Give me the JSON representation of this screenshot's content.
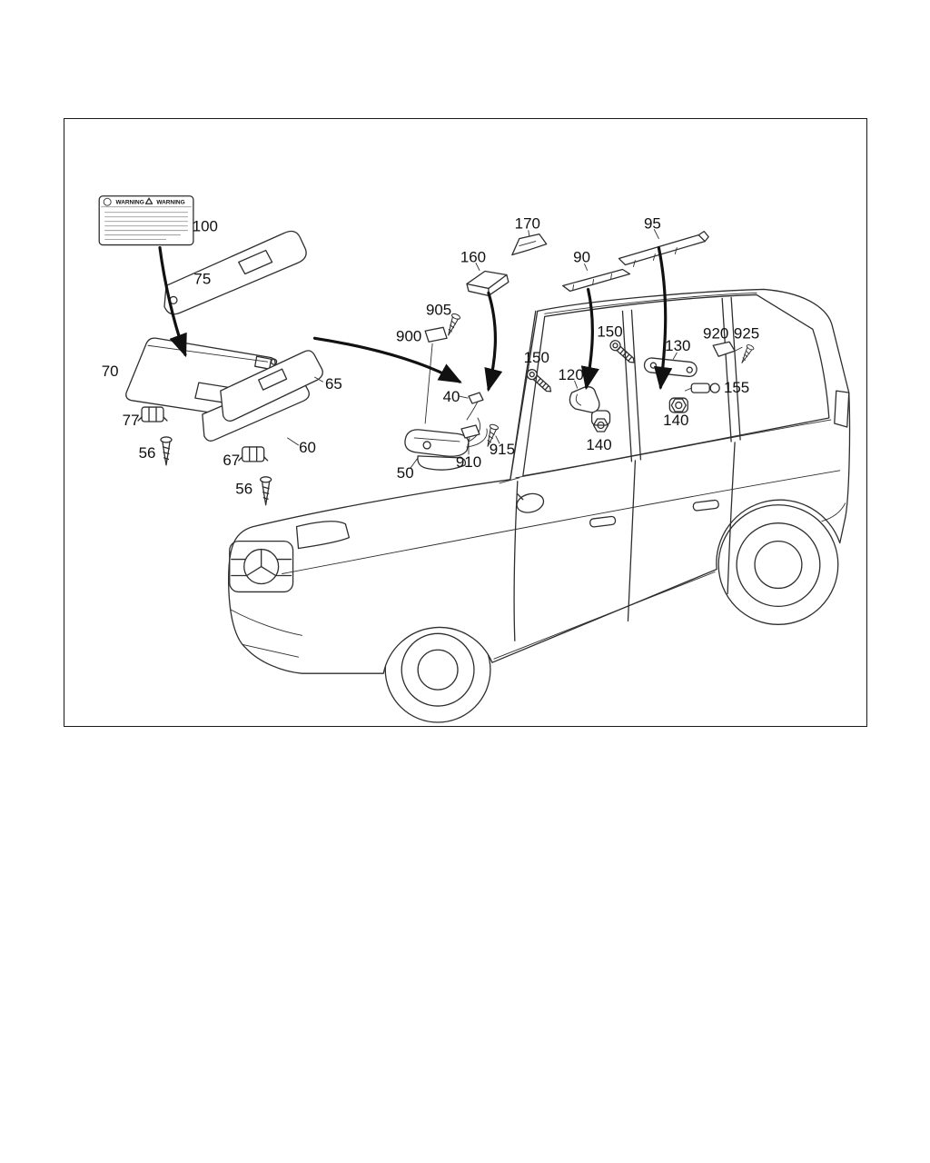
{
  "diagram": {
    "warning": {
      "header_left": "WARNING",
      "header_right": "WARNING"
    },
    "labels": {
      "l100": "100",
      "l75": "75",
      "l70": "70",
      "l65": "65",
      "l77": "77",
      "l56a": "56",
      "l67": "67",
      "l60": "60",
      "l56b": "56",
      "l40": "40",
      "l50": "50",
      "l900": "900",
      "l905": "905",
      "l910": "910",
      "l915": "915",
      "l160": "160",
      "l170": "170",
      "l150a": "150",
      "l120": "120",
      "l140a": "140",
      "l90": "90",
      "l150b": "150",
      "l130": "130",
      "l140b": "140",
      "l95": "95",
      "l920": "920",
      "l925": "925",
      "l155": "155"
    },
    "colors": {
      "line": "#2e2e2e",
      "label": "#101010",
      "frame": "#1a1a1a",
      "background": "#ffffff"
    }
  }
}
